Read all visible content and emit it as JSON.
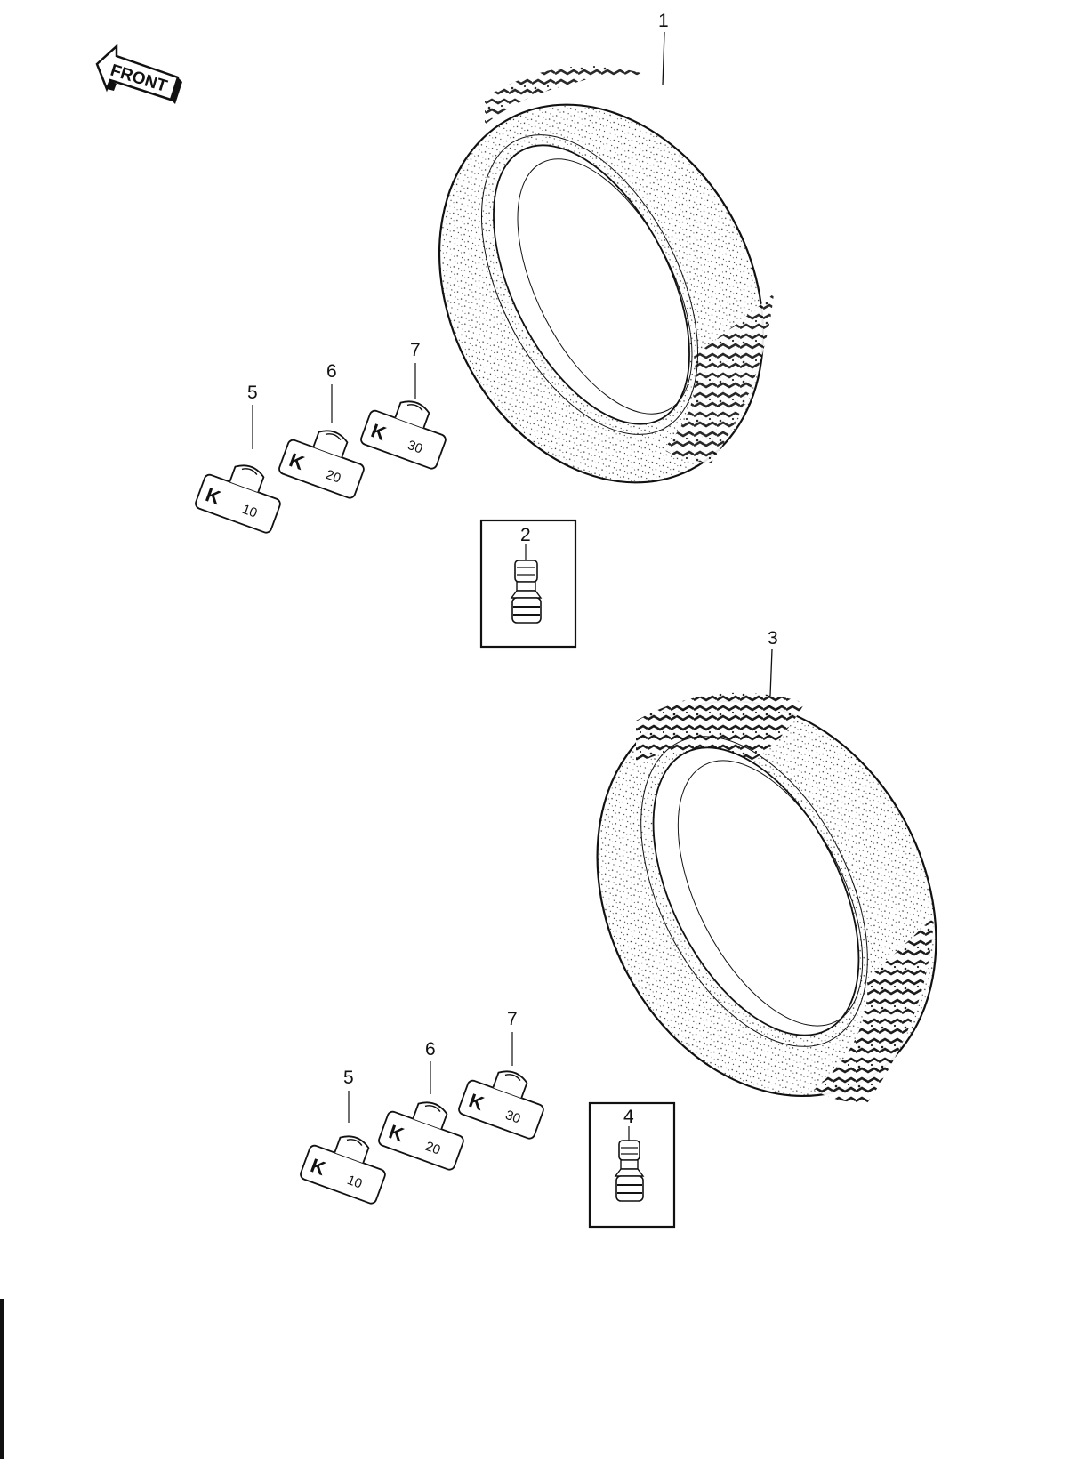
{
  "front_label": "FRONT",
  "callouts": {
    "tire_front": "1",
    "valve_front": "2",
    "tire_rear": "3",
    "valve_rear": "4",
    "weight_10_upper": "5",
    "weight_20_upper": "6",
    "weight_30_upper": "7",
    "weight_10_lower": "5",
    "weight_20_lower": "6",
    "weight_30_lower": "7"
  },
  "weight_marks": {
    "k": "K",
    "w10": "10",
    "w20": "20",
    "w30": "30"
  },
  "colors": {
    "ink": "#111111",
    "paper": "#ffffff"
  }
}
